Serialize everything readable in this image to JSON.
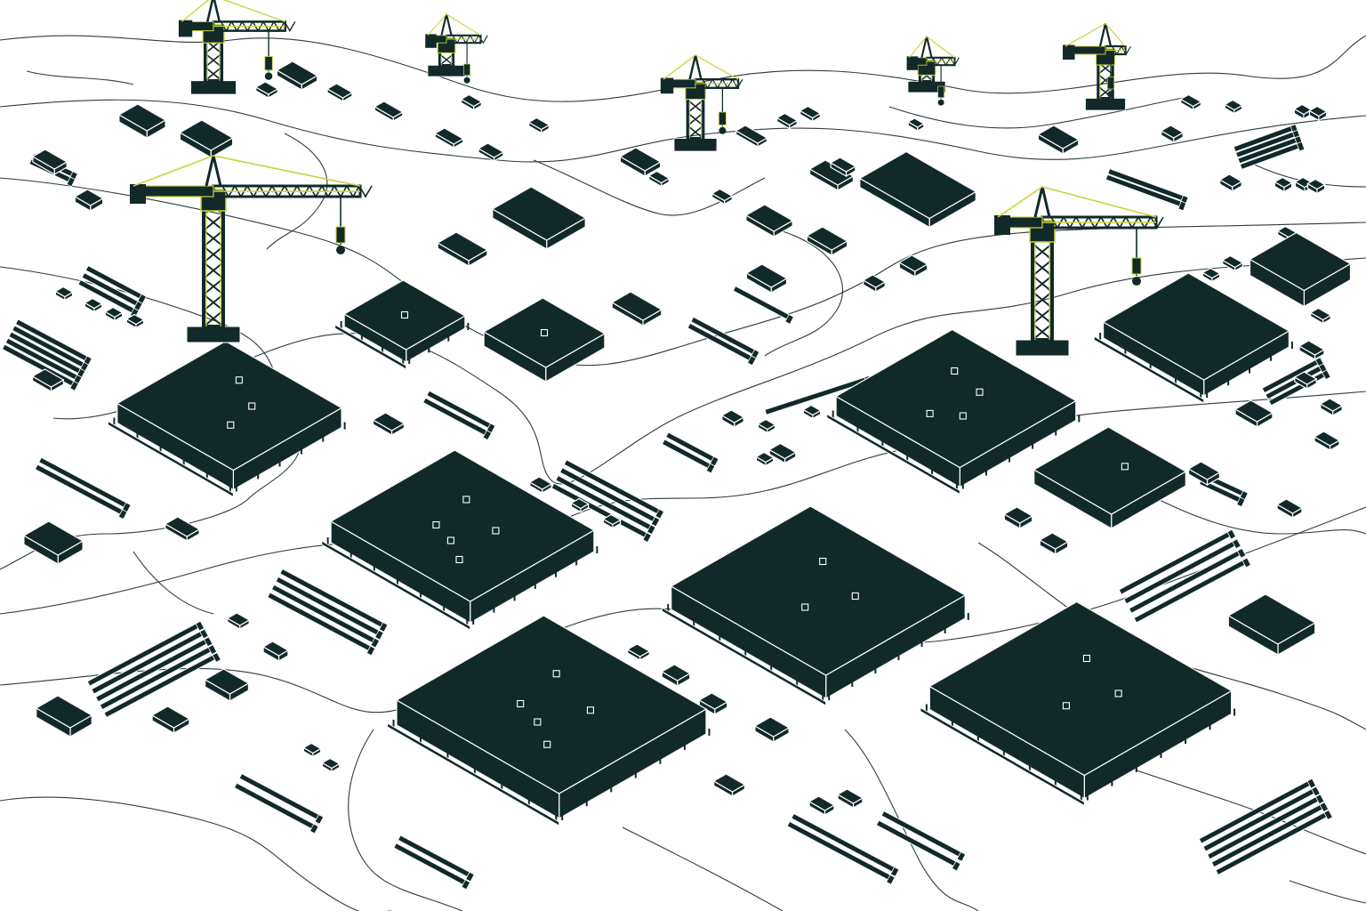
{
  "scene": {
    "kind": "isometric-construction-site-illustration",
    "colors": {
      "background": "#ffffff",
      "foundation": "#12292a",
      "foundation_edge": "#ffffff",
      "crane_accent": "#c9d33a",
      "crane_body": "#12292a",
      "contour_line": "#2f3b3b"
    },
    "icons": {
      "crane": "tower-crane-icon",
      "foundation": "concrete-foundation-slab",
      "beam": "steel-beam-stack",
      "block": "material-block"
    }
  }
}
